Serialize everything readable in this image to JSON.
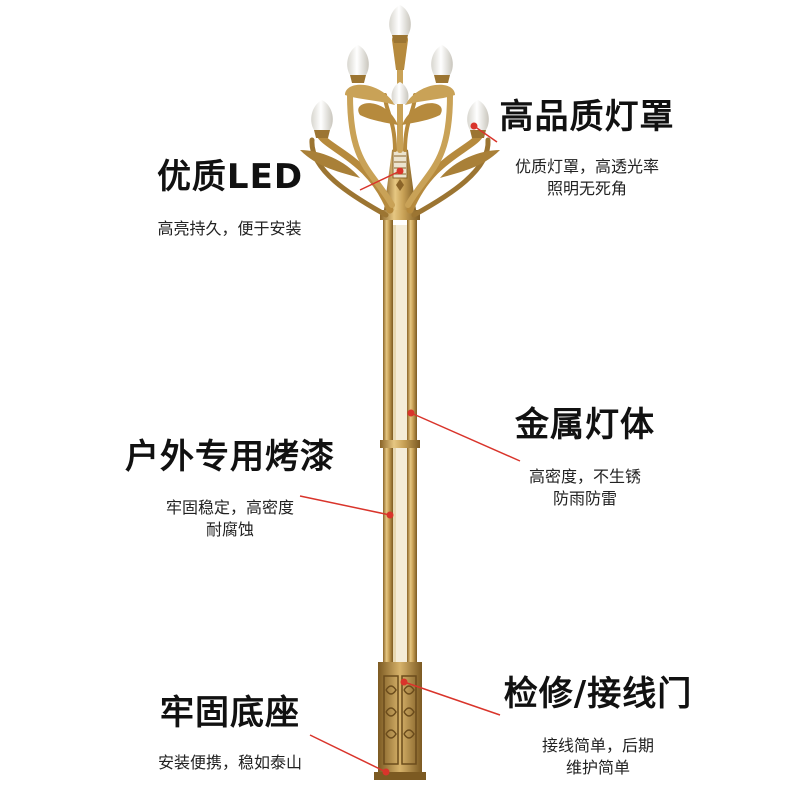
{
  "callouts": {
    "shade": {
      "title": "高品质灯罩",
      "lines": [
        "优质灯罩，高透光率",
        "照明无死角"
      ]
    },
    "led": {
      "title": "优质LED",
      "lines": [
        "高亮持久，便于安装"
      ]
    },
    "body": {
      "title": "金属灯体",
      "lines": [
        "高密度，不生锈",
        "防雨防雷"
      ]
    },
    "paint": {
      "title": "户外专用烤漆",
      "lines": [
        "牢固稳定，高密度",
        "耐腐蚀"
      ]
    },
    "door": {
      "title": "检修/接线门",
      "lines": [
        "接线简单，后期",
        "维护简单"
      ]
    },
    "base": {
      "title": "牢固底座",
      "lines": [
        "安装便携，稳如泰山"
      ]
    }
  },
  "colors": {
    "gold_light": "#e2c07a",
    "gold_mid": "#c09443",
    "gold_dark": "#8a6428",
    "bulb": "#f7f5ef",
    "leader_line": "#d9342b",
    "text": "#111111"
  }
}
